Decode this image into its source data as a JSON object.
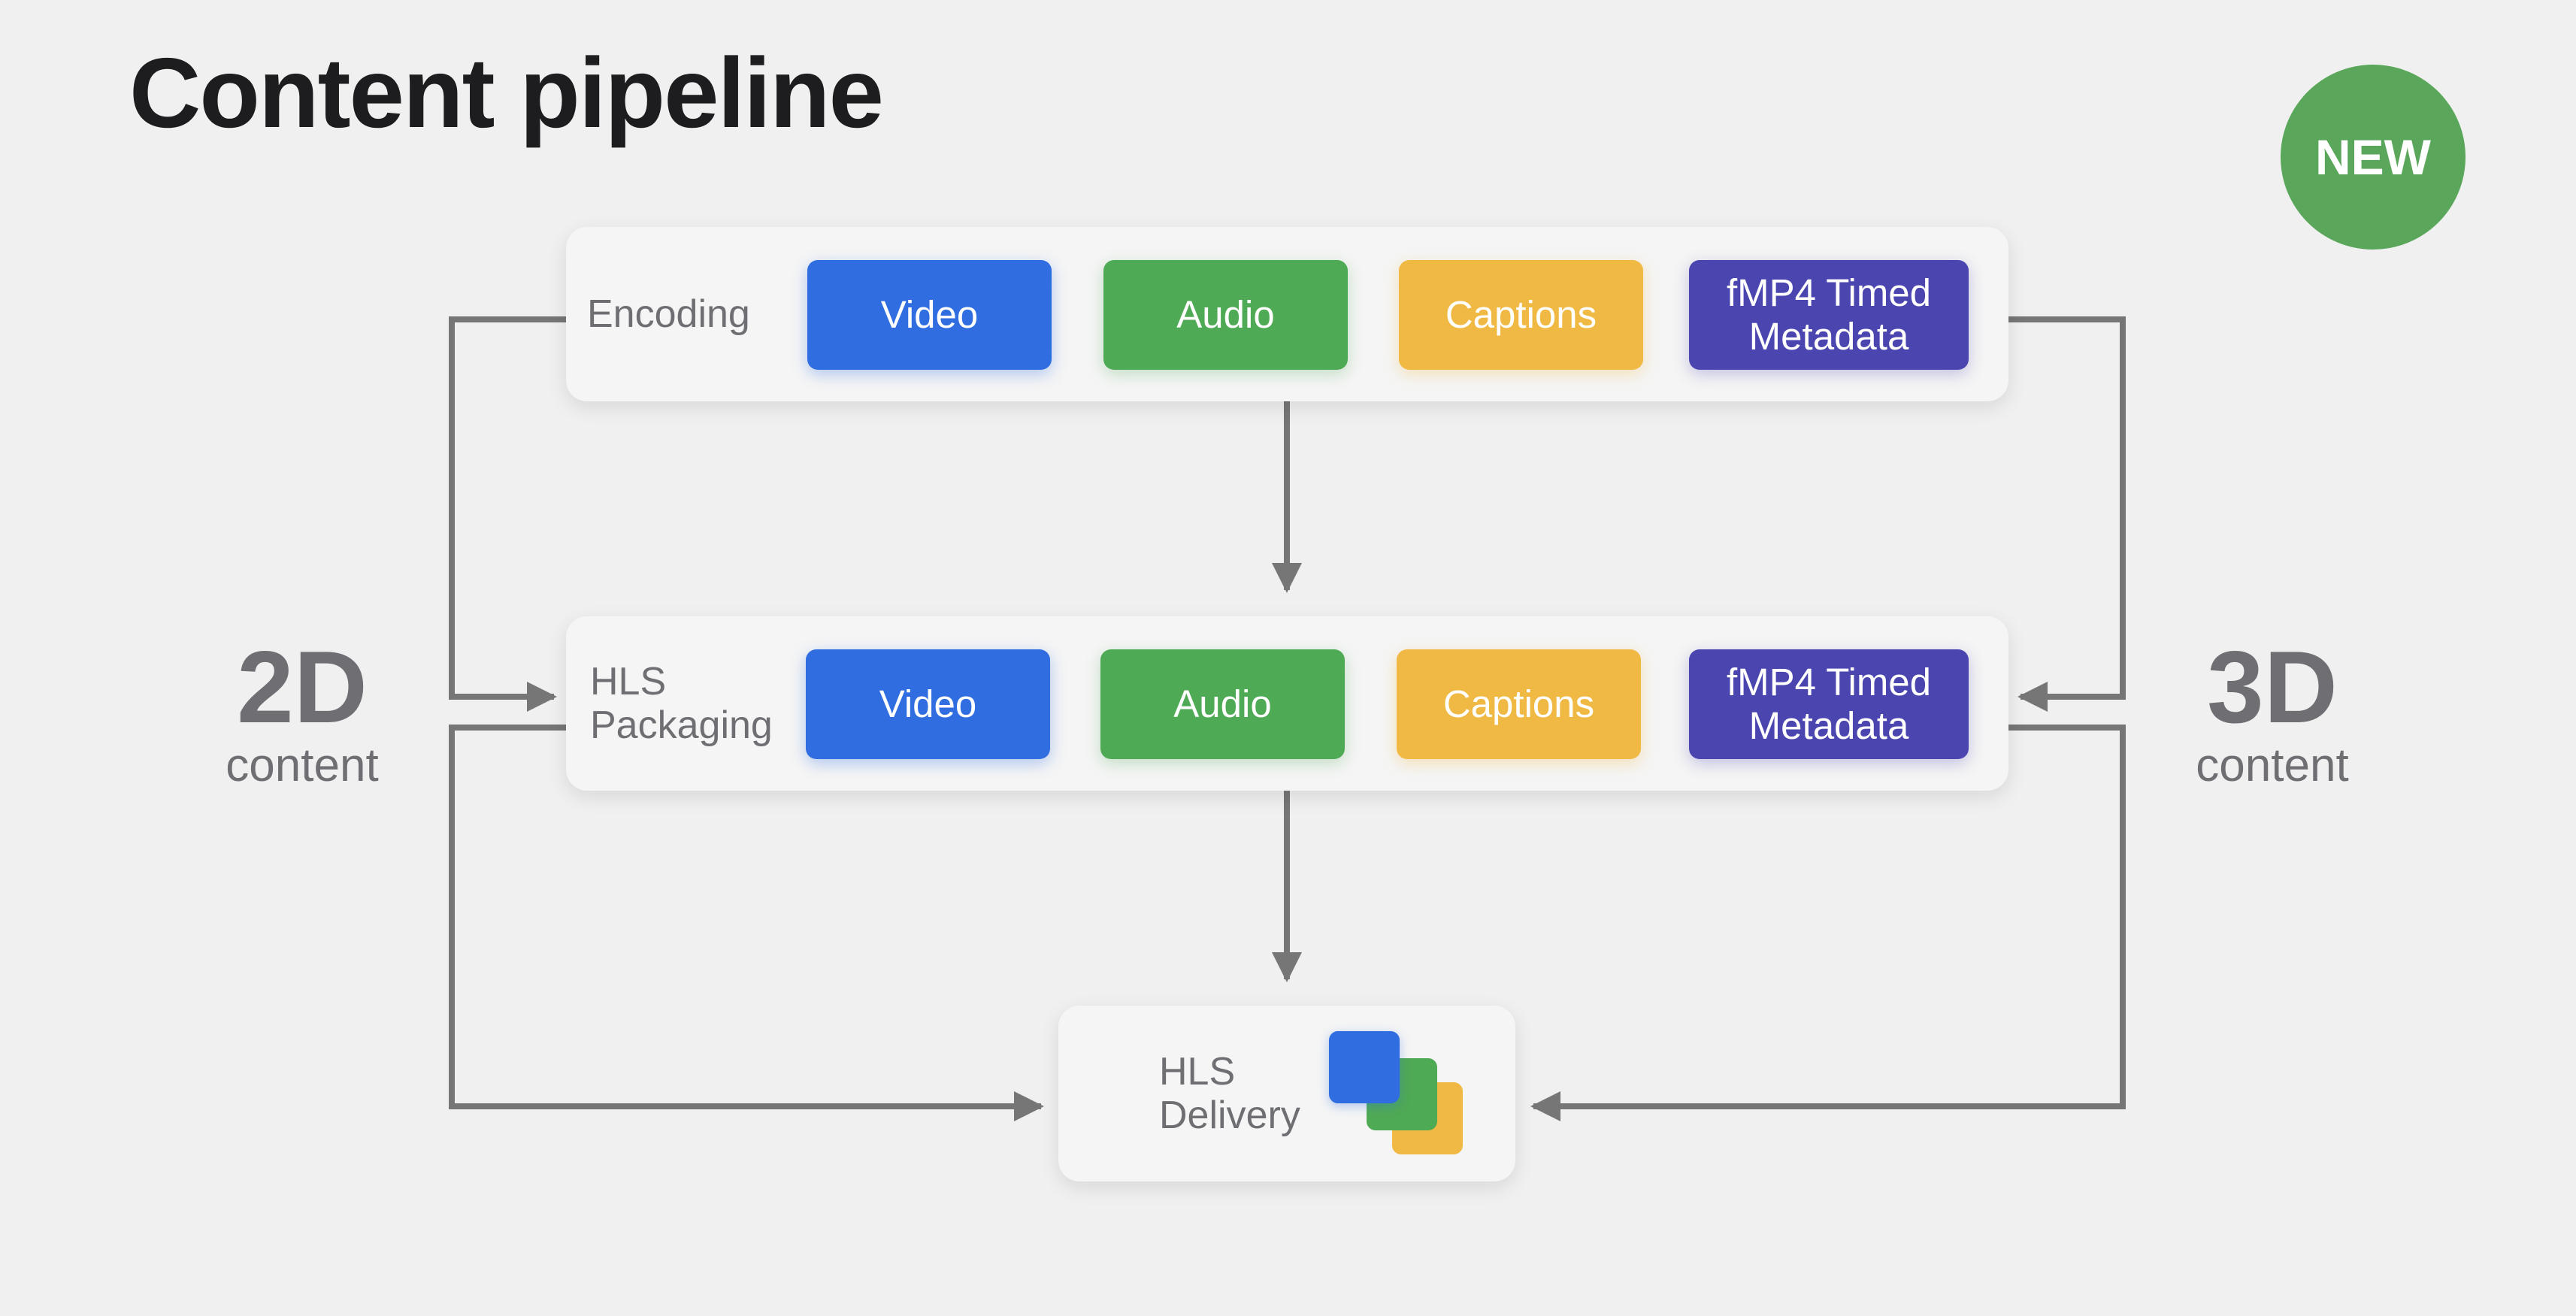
{
  "title": "Content pipeline",
  "badge": "NEW",
  "left_caption": {
    "big": "2D",
    "small": "content"
  },
  "right_caption": {
    "big": "3D",
    "small": "content"
  },
  "stages": {
    "encoding": {
      "label": "Encoding",
      "pills": [
        "Video",
        "Audio",
        "Captions",
        "fMP4 Timed\nMetadata"
      ]
    },
    "packaging": {
      "label": "HLS\nPackaging",
      "pills": [
        "Video",
        "Audio",
        "Captions",
        "fMP4 Timed\nMetadata"
      ]
    },
    "delivery": {
      "label": "HLS\nDelivery"
    }
  },
  "colors": {
    "background": "#eff0ef",
    "video": "#2f6de1",
    "audio": "#4faa55",
    "captions": "#f0b944",
    "metadata": "#4b45b0",
    "badge": "#5aa65a",
    "connector": "#767676"
  }
}
